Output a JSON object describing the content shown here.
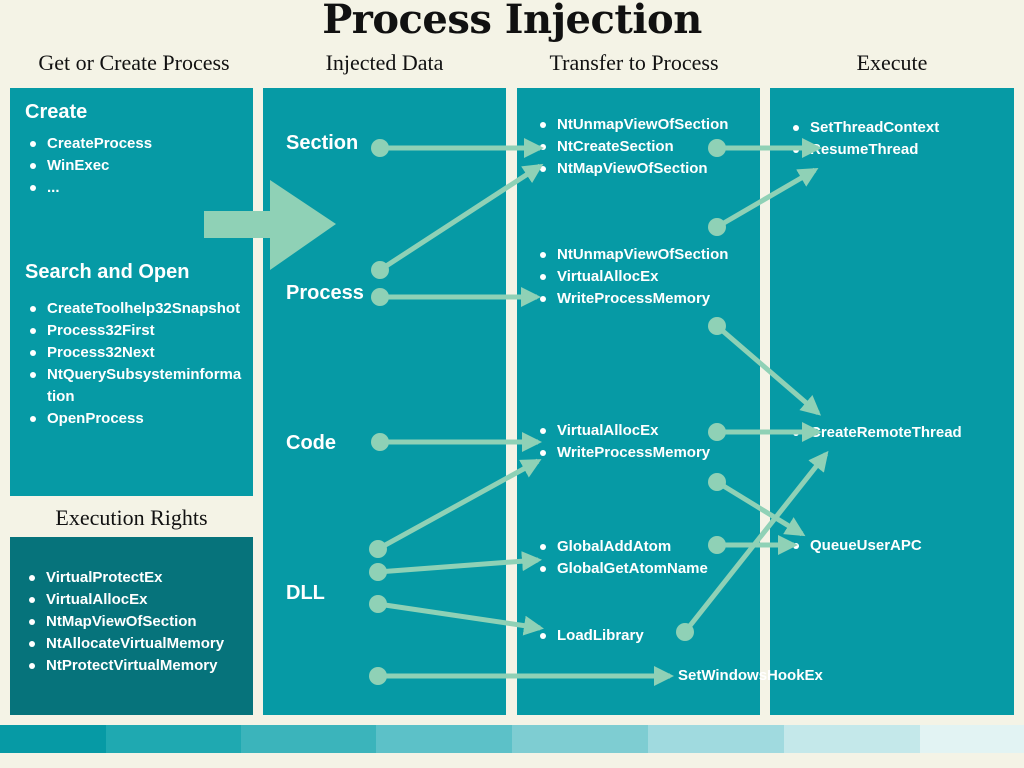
{
  "title": "Process Injection",
  "columns": {
    "get_create": "Get or Create Process",
    "injected": "Injected Data",
    "transfer": "Transfer to Process",
    "execute": "Execute"
  },
  "get_create": {
    "create_heading": "Create",
    "create_items": [
      "CreateProcess",
      "WinExec",
      "..."
    ],
    "search_heading": "Search and Open",
    "search_items": [
      "CreateToolhelp32Snapshot",
      "Process32First",
      "Process32Next",
      "NtQuerySubsysteminformation",
      "OpenProcess"
    ]
  },
  "execution_rights": {
    "heading": "Execution Rights",
    "items": [
      "VirtualProtectEx",
      "VirtualAllocEx",
      "NtMapViewOfSection",
      "NtAllocateVirtualMemory",
      "NtProtectVirtualMemory"
    ]
  },
  "injected_data": [
    "Section",
    "Process",
    "Code",
    "DLL"
  ],
  "transfer": {
    "group1": [
      "NtUnmapViewOfSection",
      "NtCreateSection",
      "NtMapViewOfSection"
    ],
    "group2": [
      "NtUnmapViewOfSection",
      "VirtualAllocEx",
      "WriteProcessMemory"
    ],
    "group3": [
      "VirtualAllocEx",
      "WriteProcessMemory"
    ],
    "group4": [
      "GlobalAddAtom",
      "GlobalGetAtomName"
    ],
    "group5": [
      "LoadLibrary"
    ],
    "hook": "SetWindowsHookEx"
  },
  "execute": {
    "group1": [
      "SetThreadContext",
      "ResumeThread"
    ],
    "group2": [
      "CreateRemoteThread"
    ],
    "group3": [
      "QueueUserAPC"
    ]
  },
  "colors": {
    "background": "#f4f3e6",
    "panel": "#069aa5",
    "panel_dark": "#06737b",
    "arrow": "#8fd1b6",
    "stripes": [
      "#069aa5",
      "#1fa9b1",
      "#3bb4bb",
      "#5cc1c8",
      "#7ecdd2",
      "#a0dadf",
      "#c4e8ea",
      "#e2f3f3"
    ]
  }
}
